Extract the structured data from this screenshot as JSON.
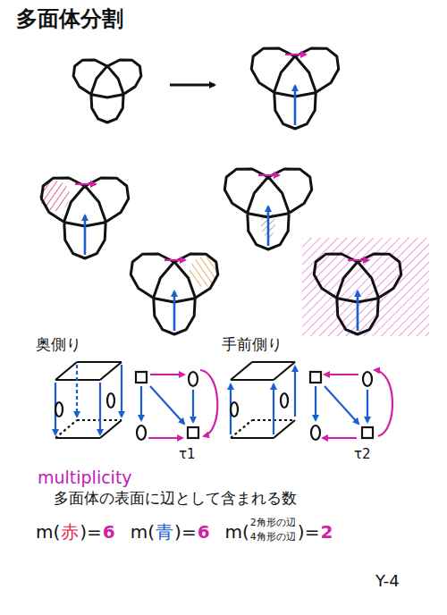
{
  "diagram": {
    "title": "多面体分割",
    "labels": [
      "奥側り",
      "手前側り",
      "τ1",
      "τ2",
      "multiplicity",
      "多面体の表面に辺として含まれる数",
      "m(",
      "赤",
      ")=",
      "6",
      "m(",
      "青",
      ")=",
      "6",
      "m(",
      "2角形の辺",
      "4角形の辺",
      ")=",
      "2",
      "Y-4"
    ]
  }
}
